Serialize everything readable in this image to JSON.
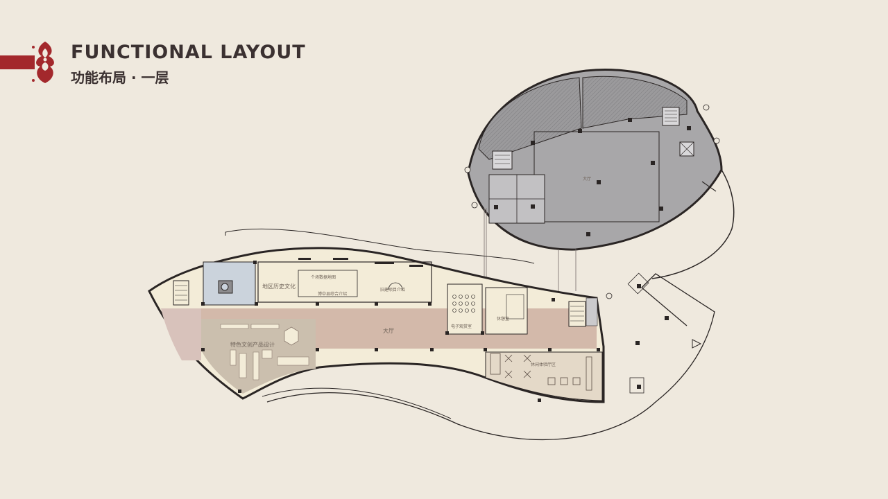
{
  "header": {
    "title_en": "FUNCTIONAL LAYOUT",
    "title_cn": "功能布局 · 一层"
  },
  "rooms": {
    "local_history": "地区历史文化",
    "digital_map": "个场数据地图",
    "county_intro": "博中县综合介绍",
    "project_intro": "旧建项目介绍",
    "e_reading": "电子观赏室",
    "rest_room": "休憩室",
    "lobby": "大厅",
    "craft_design": "特色文创产品设计",
    "leisure_exp": "休闲体验厅区",
    "upper_hall": "大厅"
  },
  "colors": {
    "brand_red": "#a3282c",
    "lobby": "#d3b9aa",
    "craft": "#cbbfae",
    "upper_gray": "#a8a7a9",
    "hatch_gray": "#8d8c8e",
    "blue_room": "#cbd3dc",
    "entry_pink": "#d8c2bb",
    "leisure": "#e4d9c8",
    "line": "#2a2524"
  },
  "icons": {
    "emblem": "cloud-scroll-emblem-icon"
  }
}
